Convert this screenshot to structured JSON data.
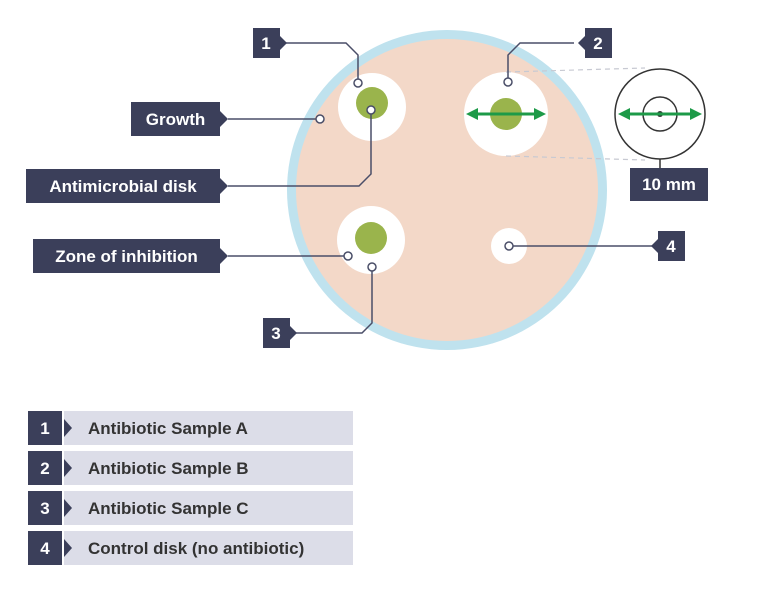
{
  "labels": {
    "growth": "Growth",
    "antimicrobial_disk": "Antimicrobial disk",
    "zone_of_inhibition": "Zone of inhibition",
    "measurement": "10 mm"
  },
  "markers": [
    "1",
    "2",
    "3",
    "4"
  ],
  "key": [
    {
      "num": "1",
      "text": "Antibiotic Sample A"
    },
    {
      "num": "2",
      "text": "Antibiotic Sample B"
    },
    {
      "num": "3",
      "text": "Antibiotic Sample C"
    },
    {
      "num": "4",
      "text": "Control disk (no antibiotic)"
    }
  ],
  "colors": {
    "label_bg": "#3b3f5a",
    "key_bg": "#dcdde8",
    "plate_fill": "#f3d8c8",
    "plate_rim": "#bfe2ee",
    "disk_green": "#9ab44c",
    "arrow_green": "#1d9a48",
    "line": "#4a4e68"
  }
}
